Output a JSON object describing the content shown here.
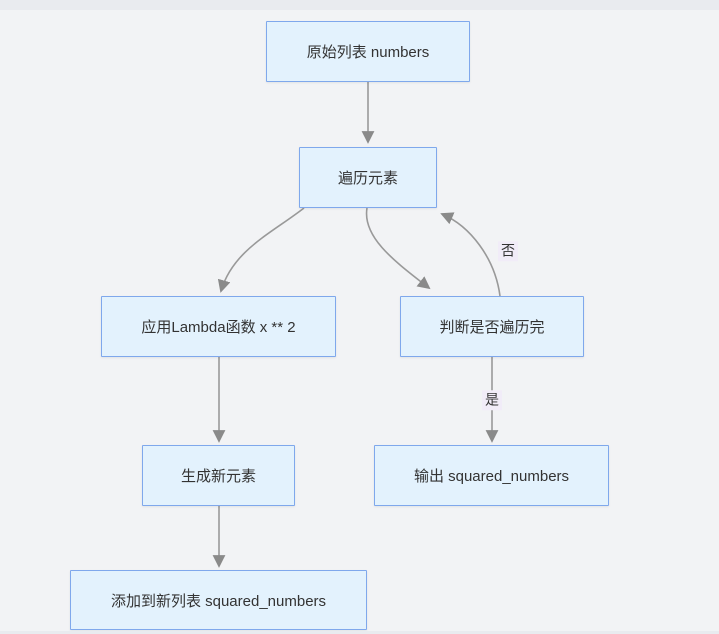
{
  "diagram": {
    "type": "flowchart",
    "nodes": [
      {
        "id": "numbers",
        "label": "原始列表 numbers"
      },
      {
        "id": "iterate",
        "label": "遍历元素"
      },
      {
        "id": "lambda",
        "label": "应用Lambda函数 x ** 2"
      },
      {
        "id": "check",
        "label": "判断是否遍历完"
      },
      {
        "id": "new_element",
        "label": "生成新元素"
      },
      {
        "id": "output",
        "label": "输出 squared_numbers"
      },
      {
        "id": "append",
        "label": "添加到新列表 squared_numbers"
      }
    ],
    "edges": [
      {
        "from": "numbers",
        "to": "iterate",
        "label": ""
      },
      {
        "from": "iterate",
        "to": "lambda",
        "label": ""
      },
      {
        "from": "iterate",
        "to": "check",
        "label": ""
      },
      {
        "from": "check",
        "to": "iterate",
        "label": "否"
      },
      {
        "from": "lambda",
        "to": "new_element",
        "label": ""
      },
      {
        "from": "check",
        "to": "output",
        "label": "是"
      },
      {
        "from": "new_element",
        "to": "append",
        "label": ""
      }
    ],
    "edge_labels": {
      "no": "否",
      "yes": "是"
    },
    "colors": {
      "node_fill": "#e3f2fd",
      "node_border": "#7fa8ec",
      "edge_line": "#999999",
      "arrowhead": "#8a8a8a",
      "edge_label_bg": "#f1ecf8",
      "text": "#333333",
      "background": "#f2f3f5",
      "top_strip": "#e9ebef"
    }
  }
}
